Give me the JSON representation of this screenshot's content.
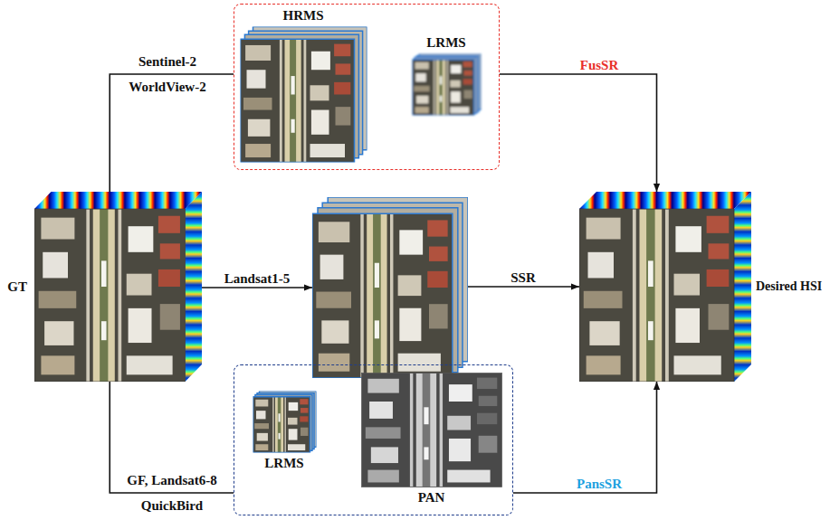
{
  "diagram": {
    "nodes": [
      {
        "text": [
          "GT"
        ]
      },
      {
        "text": []
      },
      {
        "text": [
          "HRMS"
        ],
        "in": 1
      },
      {
        "text": [
          "LRMS"
        ],
        "in": 1
      },
      {
        "text": []
      },
      {
        "text": []
      },
      {
        "text": [
          "LRMS"
        ],
        "in": 5
      },
      {
        "text": [
          "PAN"
        ],
        "in": 5
      },
      {
        "text": [
          "Desired HSI"
        ]
      }
    ],
    "edges": [
      {
        "from": 0,
        "to": 1,
        "arrow": "none",
        "label": "Sentinel-2 WorldView-2"
      },
      {
        "from": 0,
        "to": 4,
        "arrow": "to",
        "label": "Landsat1-5"
      },
      {
        "from": 0,
        "to": 5,
        "arrow": "none",
        "label": "GF, Landsat6-8 QuickBird"
      },
      {
        "from": 1,
        "to": 8,
        "arrow": "to",
        "label": "FusSR"
      },
      {
        "from": 4,
        "to": 8,
        "arrow": "to",
        "label": "SSR"
      },
      {
        "from": 5,
        "to": 8,
        "arrow": "to",
        "label": "PansSR"
      }
    ]
  }
}
